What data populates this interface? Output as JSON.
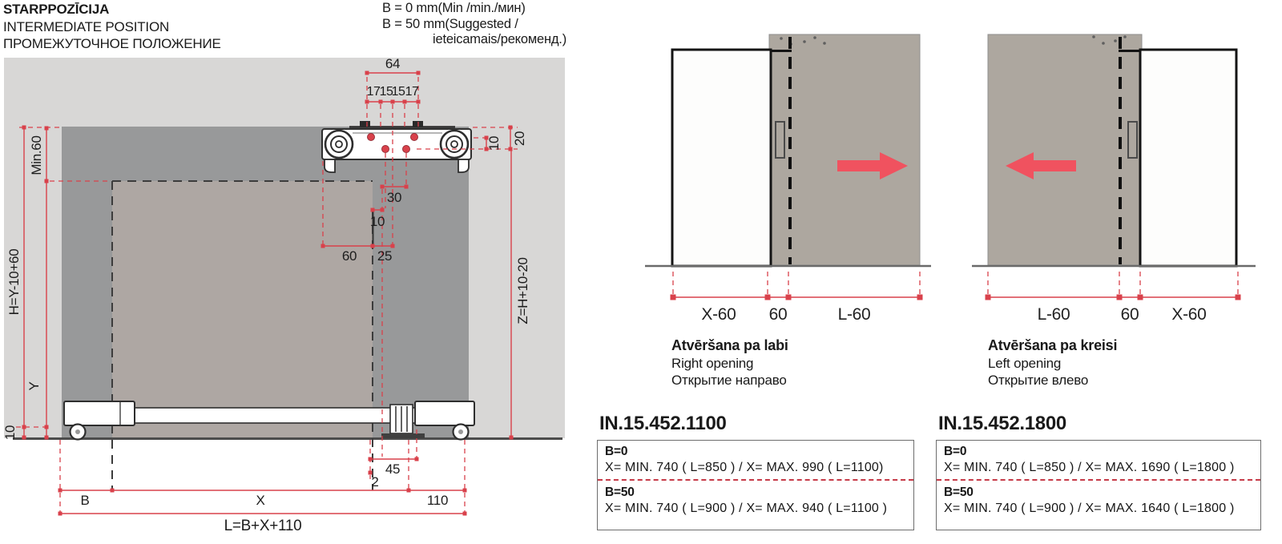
{
  "header": {
    "title_lines": [
      "STARPPOZĪCIJA",
      "INTERMEDIATE POSITION",
      "ПРОМЕЖУТОЧНОЕ ПОЛОЖЕНИЕ"
    ],
    "b_notes": [
      "B = 0 mm(Min /min./мин)",
      "B = 50 mm(Suggested /",
      "ieteicamais/рекоменд.)"
    ]
  },
  "drawing": {
    "top_dims": {
      "total": "64",
      "hole_spacings": [
        "17",
        "15",
        "15",
        "17"
      ],
      "offset_10": "10",
      "offset_20": "20"
    },
    "mid_dims": {
      "d30": "30",
      "d10": "10",
      "d60": "60",
      "d25": "25"
    },
    "left_dims": {
      "min": "Min.60",
      "h_formula": "H=Y-10+60",
      "y_label": "Y",
      "bottom_10": "10"
    },
    "right_dims": {
      "z_formula": "Z=H+10-20"
    },
    "bottom_dims": {
      "d45": "45",
      "d2": "2",
      "b": "B",
      "x": "X",
      "d110": "110",
      "l_formula": "L=B+X+110"
    }
  },
  "diagrams": {
    "right_opening": {
      "title_lv": "Atvēršana pa labi",
      "title_en": "Right opening",
      "title_ru": "Открытие направо",
      "dims": [
        "X-60",
        "60",
        "L-60"
      ]
    },
    "left_opening": {
      "title_lv": "Atvēršana pa kreisi",
      "title_en": "Left opening",
      "title_ru": "Открытие влево",
      "dims": [
        "L-60",
        "60",
        "X-60"
      ]
    }
  },
  "products": [
    {
      "code": "IN.15.452.1100",
      "rows": [
        {
          "label": "B=0",
          "value": "X= MIN. 740 ( L=850 )  /  X= MAX. 990 ( L=1100)"
        },
        {
          "label": "B=50",
          "value": "X= MIN. 740 ( L=900 )  /  X= MAX. 940 ( L=1100 )"
        }
      ]
    },
    {
      "code": "IN.15.452.1800",
      "rows": [
        {
          "label": "B=0",
          "value": "X= MIN. 740 ( L=850 )  /  X= MAX. 1690 ( L=1800 )"
        },
        {
          "label": "B=50",
          "value": "X= MIN. 740 ( L=900 )  /  X= MAX. 1640 ( L=1800 )"
        }
      ]
    }
  ],
  "colors": {
    "dimension_red": "#d9414b",
    "arrow_red": "#f0525f",
    "separator_red": "#c63a48",
    "wall_gray": "#d8d7d6",
    "door_gray": "#98999a",
    "opening_gray": "#aea7a3",
    "diagram_door_gray": "#ada79f"
  }
}
